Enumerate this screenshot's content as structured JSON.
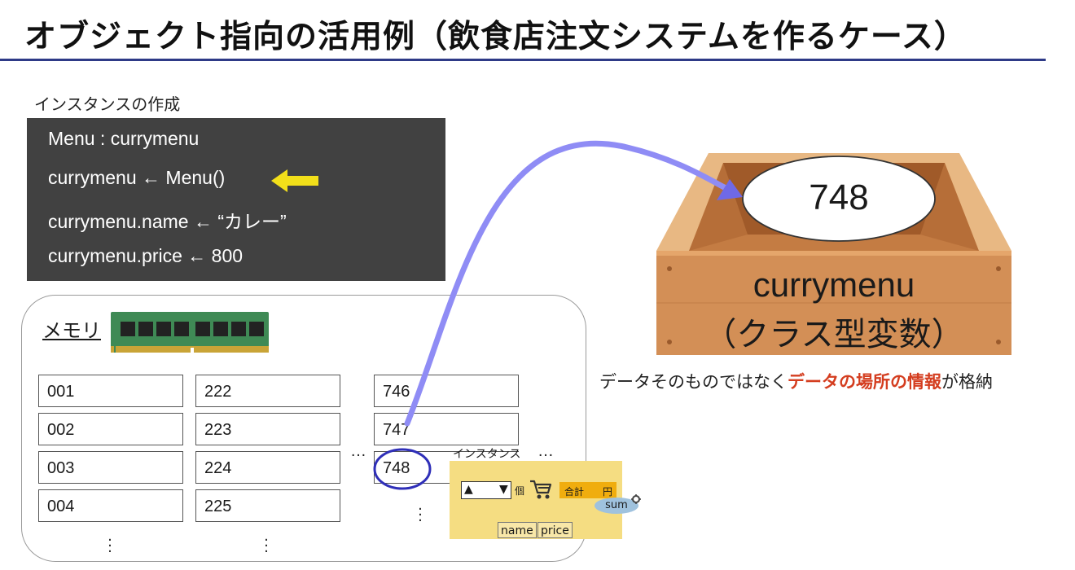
{
  "slide": {
    "title": "オブジェクト指向の活用例（飲食店注文システムを作るケース）",
    "accent_rule_color": "#2e3a87"
  },
  "code": {
    "caption": "インスタンスの作成",
    "lines": [
      "Menu : currymenu",
      "currymenu ← Menu()",
      "currymenu.name ← “カレー”",
      "currymenu.price ← 800"
    ],
    "pointer_color": "#f2df1a",
    "background": "#414141"
  },
  "memory": {
    "label": "メモリ",
    "columns": [
      [
        "001",
        "002",
        "003",
        "004"
      ],
      [
        "222",
        "223",
        "224",
        "225"
      ],
      [
        "746",
        "747",
        "748"
      ]
    ],
    "ellipsis_h": "…",
    "highlighted_address": "748",
    "highlight_color": "#2f2fb8"
  },
  "instance": {
    "label": "インスタンス",
    "select_up": "▲",
    "select_down": "▼",
    "qty_unit": "個",
    "total_label": "合計",
    "yen_label": "円",
    "sum_label": "sum",
    "fields": [
      "name",
      "price"
    ]
  },
  "variable_box": {
    "value": "748",
    "name": "currymenu",
    "type_label": "（クラス型変数）"
  },
  "caption": {
    "before": "データそのものではなく",
    "emphasis": "データの場所の情報",
    "after": "が格納",
    "emphasis_color": "#d43d1f"
  },
  "arrow_color": "#8f8cf5"
}
